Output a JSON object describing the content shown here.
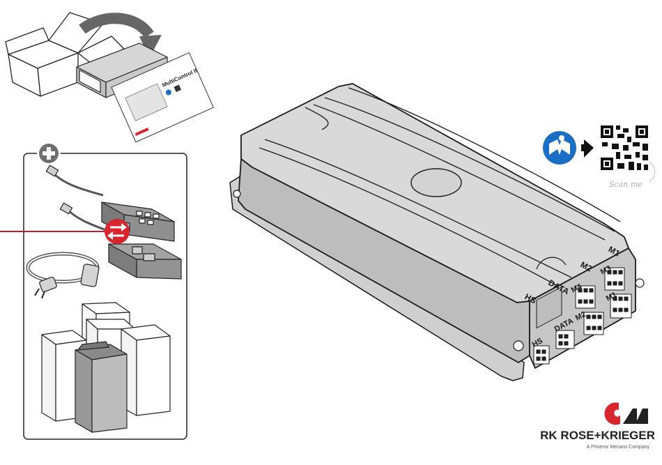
{
  "unbox": {
    "manual_title": "MultiControl II"
  },
  "device_labels": {
    "top_hs": "HS",
    "top_data": "DATA",
    "top_m2": "M2",
    "top_m1": "M1",
    "front_m4": "M4",
    "front_m3": "M3",
    "front_m2": "M2",
    "front_m1": "M1",
    "front_data": "DATA",
    "front_hs": "HS"
  },
  "qr": {
    "caption": "Scan me"
  },
  "brand": {
    "name": "RK ROSE+KRIEGER",
    "tagline": "A Phoenix Mecano Company"
  },
  "colors": {
    "accent_red": "#d9262e",
    "manual_blue": "#1a6fc4",
    "device_gray": "#d9d9d9",
    "outline": "#1a1a1a"
  },
  "icons": {
    "plus": "plus-icon",
    "swap": "swap-icon",
    "manual": "read-manual-icon",
    "arrow": "arrow-right-icon"
  }
}
